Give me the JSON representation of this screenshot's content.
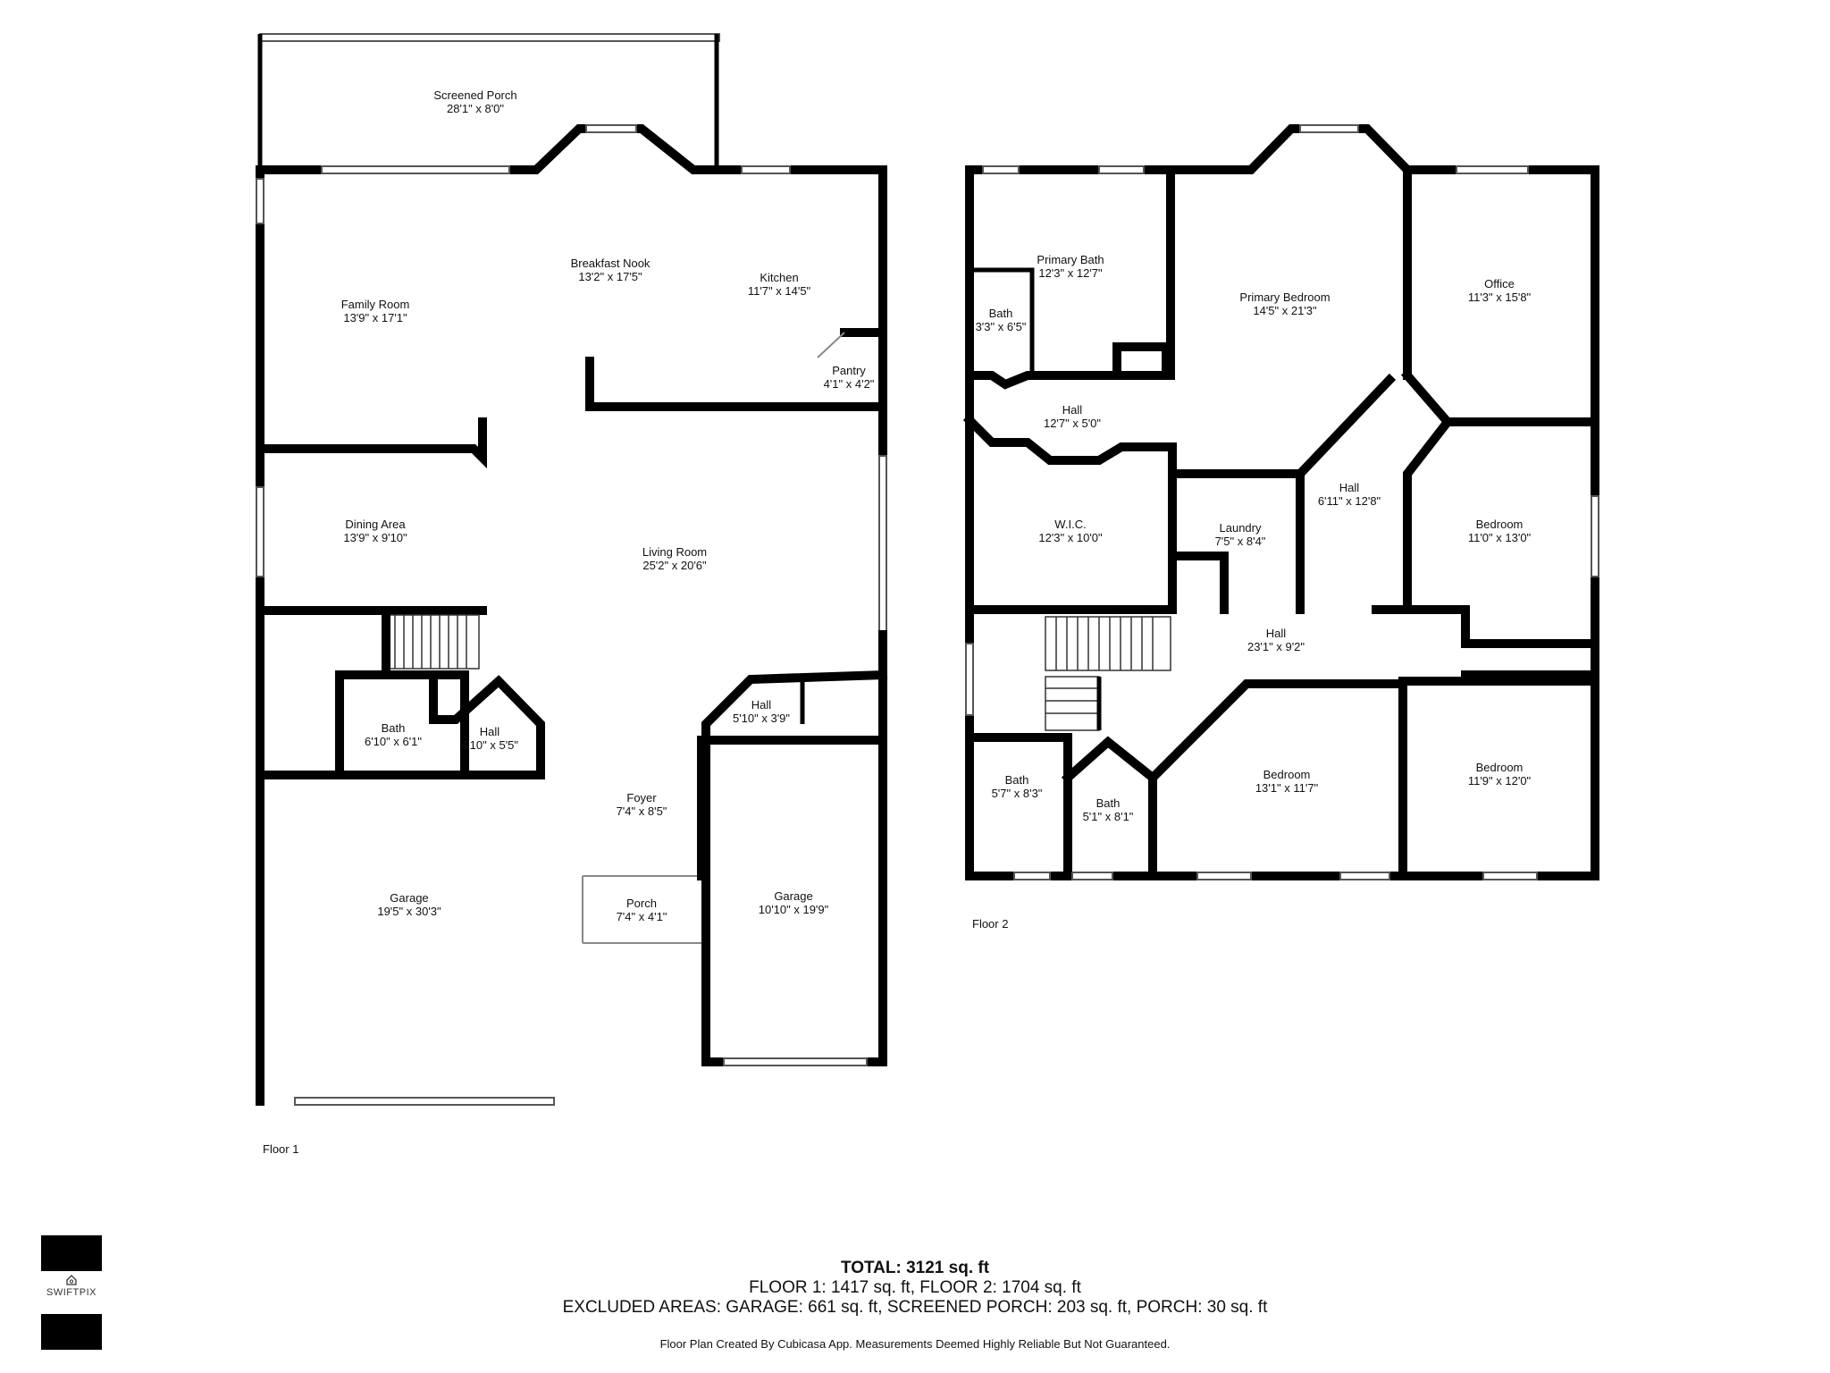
{
  "floor1": {
    "label": "Floor 1",
    "rooms": [
      {
        "name": "Screened Porch",
        "size": "28'1\" x 8'0\""
      },
      {
        "name": "Breakfast Nook",
        "size": "13'2\" x 17'5\""
      },
      {
        "name": "Kitchen",
        "size": "11'7\" x 14'5\""
      },
      {
        "name": "Family Room",
        "size": "13'9\" x 17'1\""
      },
      {
        "name": "Pantry",
        "size": "4'1\" x 4'2\""
      },
      {
        "name": "Dining Area",
        "size": "13'9\" x 9'10\""
      },
      {
        "name": "Living Room",
        "size": "25'2\" x 20'6\""
      },
      {
        "name": "Bath",
        "size": "6'10\" x 6'1\""
      },
      {
        "name": "Hall",
        "size": "4'10\" x 5'5\""
      },
      {
        "name": "Hall",
        "size": "5'10\" x 3'9\""
      },
      {
        "name": "Foyer",
        "size": "7'4\" x 8'5\""
      },
      {
        "name": "Porch",
        "size": "7'4\" x 4'1\""
      },
      {
        "name": "Garage",
        "size": "19'5\" x 30'3\""
      },
      {
        "name": "Garage",
        "size": "10'10\" x 19'9\""
      }
    ]
  },
  "floor2": {
    "label": "Floor 2",
    "rooms": [
      {
        "name": "Primary Bath",
        "size": "12'3\" x 12'7\""
      },
      {
        "name": "Bath",
        "size": "3'3\" x 6'5\""
      },
      {
        "name": "Primary Bedroom",
        "size": "14'5\" x 21'3\""
      },
      {
        "name": "Office",
        "size": "11'3\" x 15'8\""
      },
      {
        "name": "Hall",
        "size": "12'7\" x 5'0\""
      },
      {
        "name": "Hall",
        "size": "6'11\" x 12'8\""
      },
      {
        "name": "W.I.C.",
        "size": "12'3\" x 10'0\""
      },
      {
        "name": "Laundry",
        "size": "7'5\" x 8'4\""
      },
      {
        "name": "Bedroom",
        "size": "11'0\" x 13'0\""
      },
      {
        "name": "Hall",
        "size": "23'1\" x 9'2\""
      },
      {
        "name": "Bath",
        "size": "5'7\" x 8'3\""
      },
      {
        "name": "Bath",
        "size": "5'1\" x 8'1\""
      },
      {
        "name": "Bedroom",
        "size": "13'1\" x 11'7\""
      },
      {
        "name": "Bedroom",
        "size": "11'9\" x 12'0\""
      }
    ]
  },
  "summary": {
    "total": "TOTAL: 3121 sq. ft",
    "floors": "FLOOR 1: 1417 sq. ft, FLOOR 2: 1704 sq. ft",
    "excluded": "EXCLUDED AREAS: GARAGE: 661 sq. ft, SCREENED PORCH: 203 sq. ft, PORCH: 30 sq. ft"
  },
  "disclaimer": "Floor Plan Created By Cubicasa App. Measurements Deemed Highly Reliable But Not Guaranteed.",
  "logo": {
    "text": "SWIFTPIX",
    "icon": "house-icon"
  }
}
